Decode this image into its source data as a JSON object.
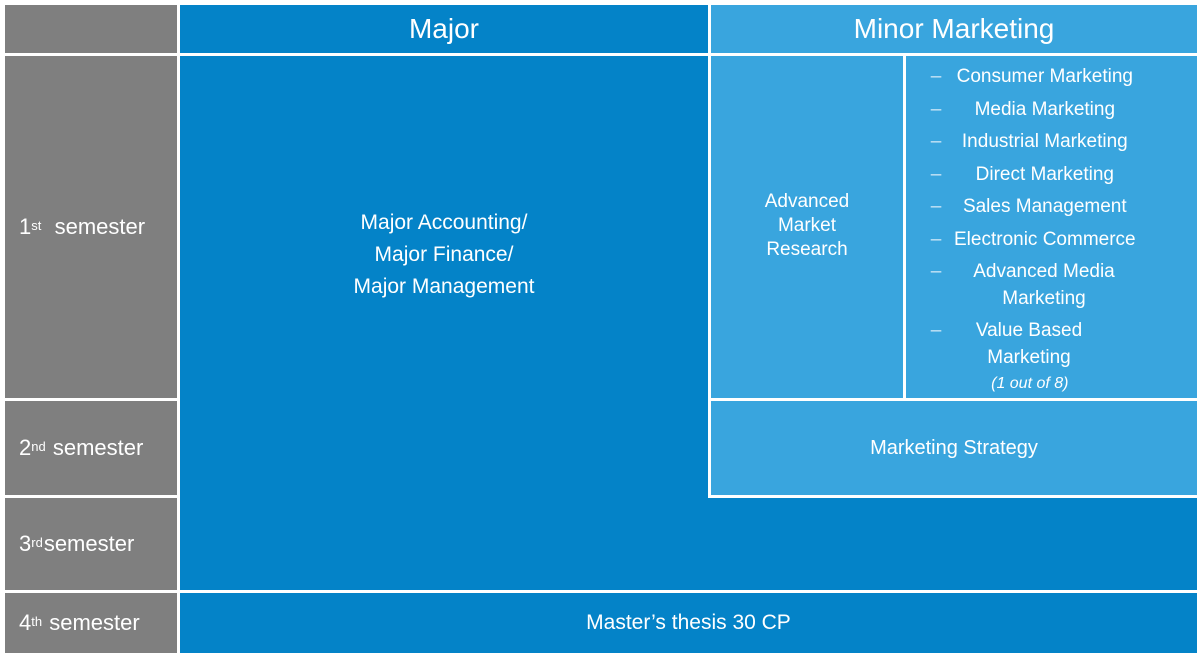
{
  "headers": {
    "major": "Major",
    "minor": "Minor Marketing"
  },
  "semesters": [
    {
      "num": "1",
      "suffix": "st",
      "label": "semester"
    },
    {
      "num": "2",
      "suffix": "nd",
      "label": "semester"
    },
    {
      "num": "3",
      "suffix": "rd",
      "label": "semester"
    },
    {
      "num": "4",
      "suffix": "th",
      "label": "semester"
    }
  ],
  "major_block": {
    "lines": [
      "Major Accounting/",
      "Major Finance/",
      "Major Management"
    ]
  },
  "minor_block": {
    "required": [
      "Advanced",
      "Market",
      "Research"
    ],
    "electives": [
      "Consumer Marketing",
      "Media Marketing",
      "Industrial Marketing",
      "Direct Marketing",
      "Sales Management",
      "Electronic Commerce",
      "Advanced Media Marketing",
      "Value Based Marketing"
    ],
    "dash": "–",
    "elective_note": "(1 out of 8)",
    "second_semester": "Marketing Strategy"
  },
  "thesis": "Master’s thesis 30 CP",
  "colors": {
    "grey": "#7f7f7f",
    "dark_blue": "#0483c8",
    "light_blue": "#39a5de"
  }
}
